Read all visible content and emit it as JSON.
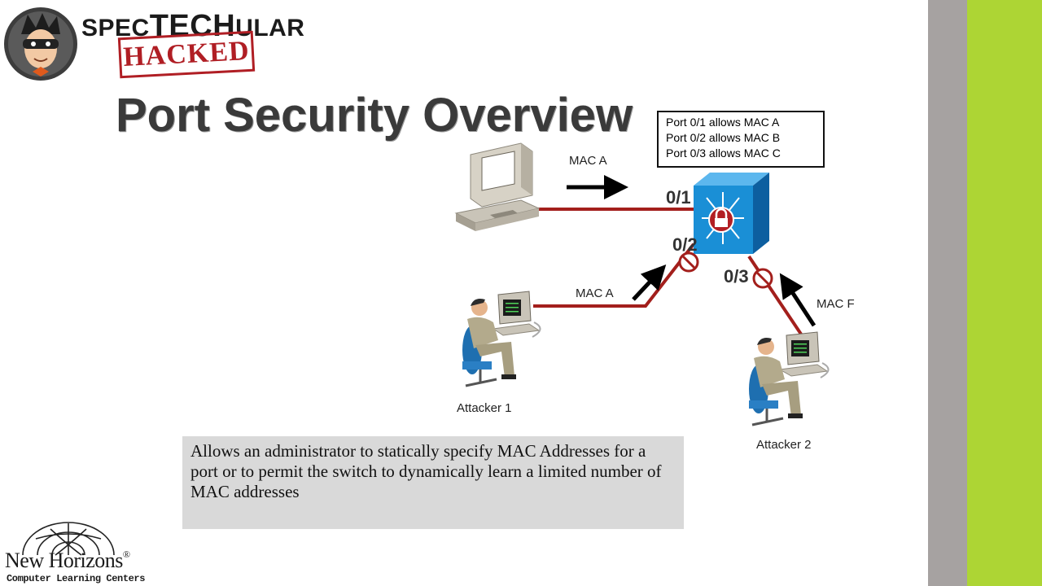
{
  "brand": {
    "name_part1": "SPEC",
    "name_part2": "TECH",
    "name_part3": "ULAR",
    "stamp": "HACKED"
  },
  "slide": {
    "title": "Port Security Overview",
    "rules": [
      "Port 0/1 allows MAC A",
      "Port 0/2 allows MAC B",
      "Port 0/3 allows MAC C"
    ],
    "labels": {
      "mac_top": "MAC A",
      "mac_attacker1": "MAC A",
      "mac_attacker2": "MAC F"
    },
    "ports": {
      "p1": "0/1",
      "p2": "0/2",
      "p3": "0/3"
    },
    "attackers": {
      "a1": "Attacker 1",
      "a2": "Attacker 2"
    },
    "description": "Allows  an administrator to statically specify MAC Addresses for a port or to permit the switch to dynamically learn a limited number of MAC addresses"
  },
  "footer_logo": {
    "name": "New Horizons",
    "reg": "®",
    "tagline": "Computer Learning Centers"
  },
  "colors": {
    "link": "#a31f1c",
    "accent_green": "#add534",
    "stripe_gray": "#a6a2a1",
    "switch_blue": "#1a8fd6"
  }
}
